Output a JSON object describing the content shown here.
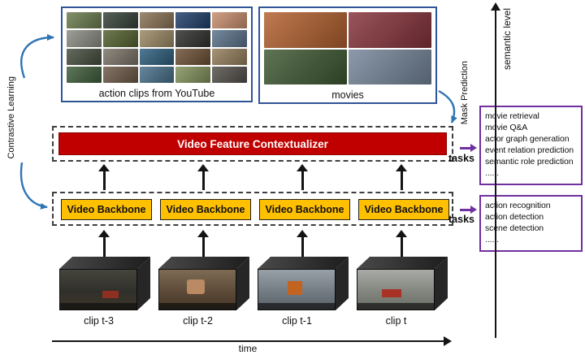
{
  "panels": {
    "youtube": {
      "label": "action clips from YouTube",
      "tiles": [
        "#6b7d4f",
        "#37423a",
        "#8a7356",
        "#22406b",
        "#c98f6f",
        "#8d8d85",
        "#55622f",
        "#9d8a66",
        "#30302e",
        "#5c748c",
        "#474e3f",
        "#7b7468",
        "#2e5f7e",
        "#6d5136",
        "#967f5d",
        "#3f5d3b",
        "#6e5a49",
        "#49708a",
        "#83925c",
        "#55504b"
      ]
    },
    "movies": {
      "label": "movies",
      "tiles": [
        "#b4612f",
        "#87343c",
        "#3f5a33",
        "#76879b"
      ]
    }
  },
  "layers": {
    "contextualizer": {
      "label": "Video Feature Contextualizer"
    },
    "backbone": {
      "label": "Video Backbone"
    }
  },
  "clips": {
    "labels": [
      "clip t-3",
      "clip t-2",
      "clip t-1",
      "clip t"
    ]
  },
  "tasks": {
    "label": "tasks",
    "high_level": [
      "movie retrieval",
      "movie Q&A",
      "actor graph generation",
      "event relation prediction",
      "semantic role prediction",
      "......"
    ],
    "low_level": [
      "action recognition",
      "action detection",
      "scene detection",
      "......"
    ]
  },
  "annotations": {
    "contrastive_learning": "Contrastive Learning",
    "mask_prediction": "Mask Prediction",
    "semantic_level": "semantic level",
    "time": "time"
  },
  "colors": {
    "contextualizer_bg": "#c00000",
    "backbone_bg": "#ffc000",
    "panel_border": "#2f5597",
    "task_box_border": "#7030a0",
    "curved_arrow_blue": "#2e74b5",
    "axis_black": "#141414"
  }
}
